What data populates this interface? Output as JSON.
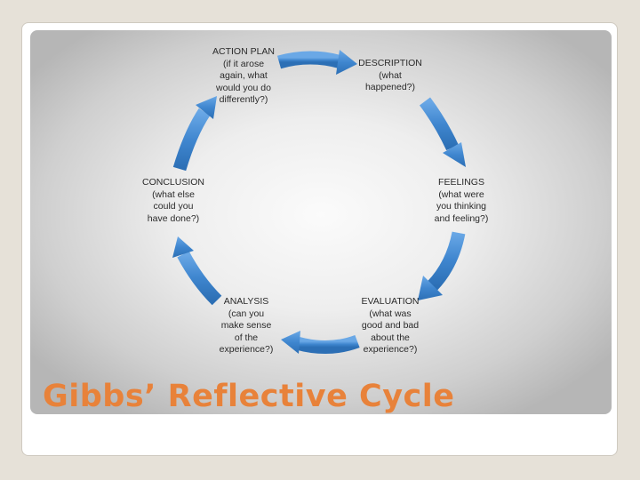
{
  "title": "Gibbs’ Reflective Cycle",
  "accent_color": "#e8823a",
  "arrow_color": "#3f86cf",
  "cycle": {
    "stages": [
      {
        "head": "DESCRIPTION",
        "sub": "(what\nhappened?)"
      },
      {
        "head": "FEELINGS",
        "sub": "(what were\nyou thinking\nand feeling?)"
      },
      {
        "head": "EVALUATION",
        "sub": "(what was\ngood and bad\nabout the\nexperience?)"
      },
      {
        "head": "ANALYSIS",
        "sub": "(can you\nmake sense\nof the\nexperience?)"
      },
      {
        "head": "CONCLUSION",
        "sub": "(what else\ncould you\nhave done?)"
      },
      {
        "head": "ACTION PLAN",
        "sub": "(if it arose\nagain, what\nwould you do\ndifferently?)"
      }
    ]
  }
}
